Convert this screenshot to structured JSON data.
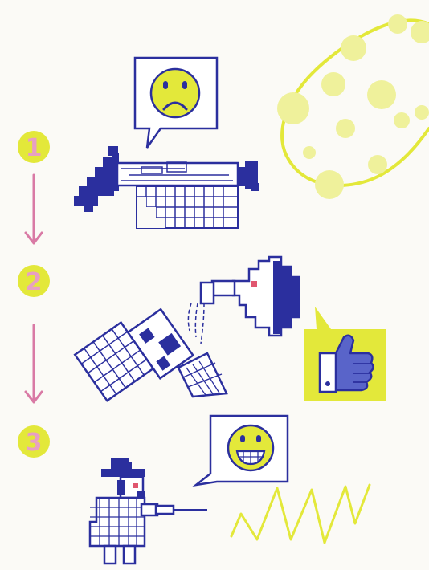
{
  "colors": {
    "background": "#fbfaf6",
    "ink_blue": "#2b2f9e",
    "highlight_yellow": "#e3e83a",
    "arrow_pink": "#d97aa5",
    "accent_red": "#e0566f"
  },
  "steps": [
    {
      "number": "1",
      "emoji": "sad-face",
      "scene": "syringe-being-filled"
    },
    {
      "number": "2",
      "emoji": "thumbs-up",
      "scene": "fluid-poured-from-machine"
    },
    {
      "number": "3",
      "emoji": "grinning-face",
      "scene": "doctor-with-syringe"
    }
  ],
  "icons": [
    "sad-face-icon",
    "thumbs-up-icon",
    "grinning-face-icon",
    "down-arrow-icon",
    "cell-organism-icon",
    "zigzag-wave-icon"
  ]
}
